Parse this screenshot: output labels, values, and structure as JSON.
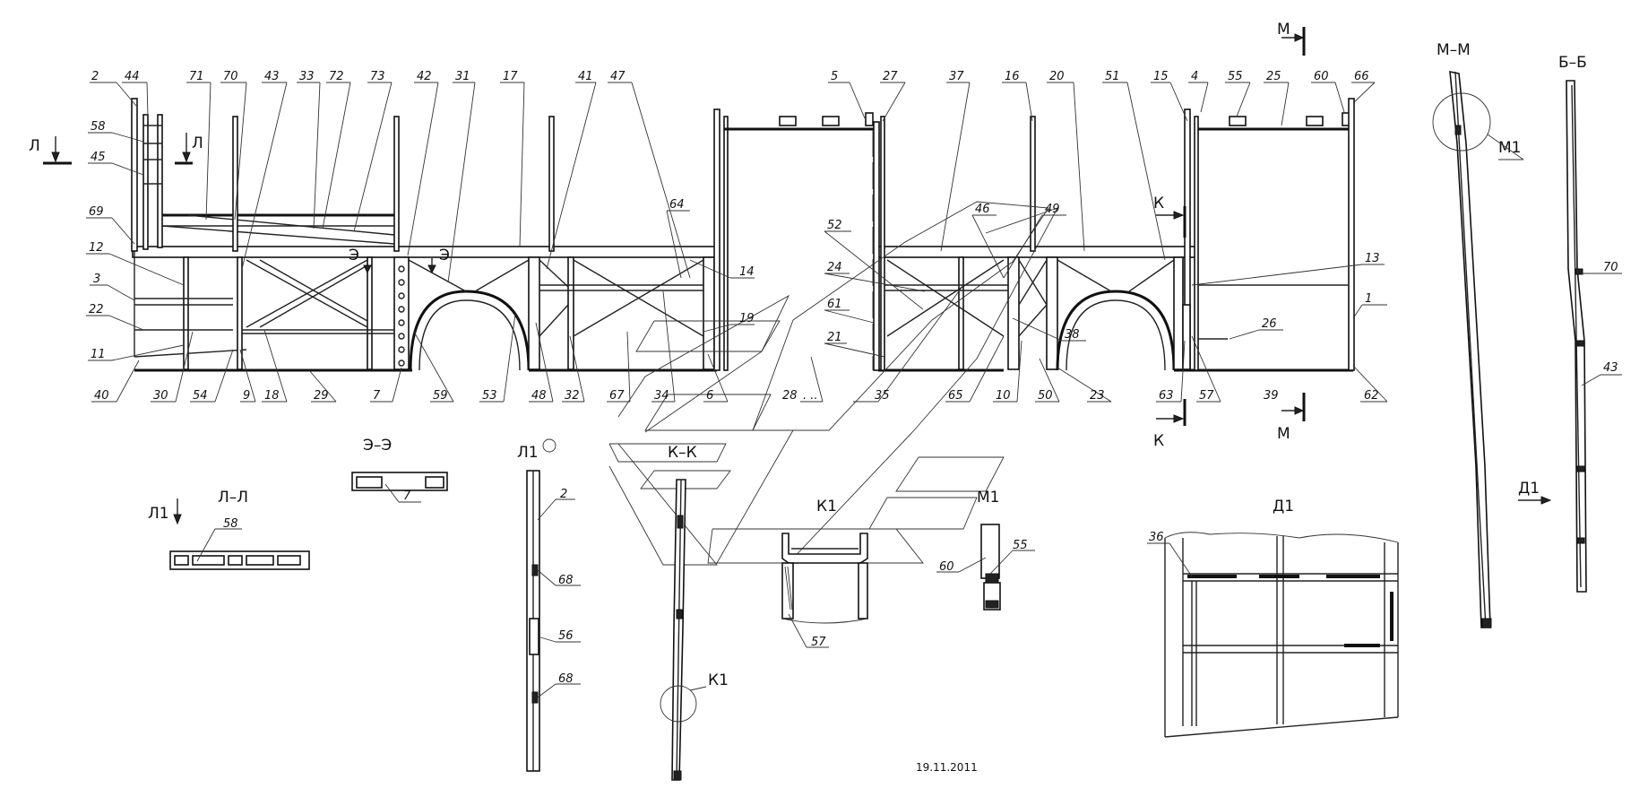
{
  "date": "19.11.2011",
  "section_labels": {
    "L_top_left": "Л",
    "L_top_right": "Л",
    "E_left": "Э",
    "E_right": "Э",
    "M_top": "М",
    "M_bottom": "М",
    "K_top": "К",
    "K_bottom": "К",
    "MM": "М–М",
    "BB": "Б–Б",
    "M1": "М1",
    "EE": "Э–Э",
    "LL": "Л–Л",
    "L1_arrow": "Л1",
    "L1_view": "Л1",
    "KK": "К–К",
    "K1_view": "К1",
    "K1_circle": "К1",
    "M1_view": "М1",
    "D1": "Д1",
    "D1_arrow": "Д1"
  },
  "callouts_top": [
    {
      "id": "c2",
      "text": "2"
    },
    {
      "id": "c44",
      "text": "44"
    },
    {
      "id": "c71",
      "text": "71"
    },
    {
      "id": "c70",
      "text": "70"
    },
    {
      "id": "c43",
      "text": "43"
    },
    {
      "id": "c33",
      "text": "33"
    },
    {
      "id": "c72",
      "text": "72"
    },
    {
      "id": "c73",
      "text": "73"
    },
    {
      "id": "c42",
      "text": "42"
    },
    {
      "id": "c31",
      "text": "31"
    },
    {
      "id": "c17",
      "text": "17"
    },
    {
      "id": "c41",
      "text": "41"
    },
    {
      "id": "c47",
      "text": "47"
    },
    {
      "id": "c5",
      "text": "5"
    },
    {
      "id": "c27",
      "text": "27"
    },
    {
      "id": "c37",
      "text": "37"
    },
    {
      "id": "c16",
      "text": "16"
    },
    {
      "id": "c20",
      "text": "20"
    },
    {
      "id": "c51",
      "text": "51"
    },
    {
      "id": "c15",
      "text": "15"
    },
    {
      "id": "c4",
      "text": "4"
    },
    {
      "id": "c55",
      "text": "55"
    },
    {
      "id": "c25",
      "text": "25"
    },
    {
      "id": "c60",
      "text": "60"
    },
    {
      "id": "c66",
      "text": "66"
    }
  ],
  "callouts_left": [
    {
      "id": "c58",
      "text": "58"
    },
    {
      "id": "c45",
      "text": "45"
    },
    {
      "id": "c69",
      "text": "69"
    },
    {
      "id": "c12",
      "text": "12"
    },
    {
      "id": "c3",
      "text": "3"
    },
    {
      "id": "c22",
      "text": "22"
    },
    {
      "id": "c11",
      "text": "11"
    }
  ],
  "callouts_bottom": [
    {
      "id": "c40",
      "text": "40"
    },
    {
      "id": "c30",
      "text": "30"
    },
    {
      "id": "c54",
      "text": "54"
    },
    {
      "id": "c9",
      "text": "9"
    },
    {
      "id": "c18",
      "text": "18"
    },
    {
      "id": "c29",
      "text": "29"
    },
    {
      "id": "c7",
      "text": "7"
    },
    {
      "id": "c59",
      "text": "59"
    },
    {
      "id": "c53",
      "text": "53"
    },
    {
      "id": "c48",
      "text": "48"
    },
    {
      "id": "c32",
      "text": "32"
    },
    {
      "id": "c67",
      "text": "67"
    },
    {
      "id": "c34",
      "text": "34"
    },
    {
      "id": "c6",
      "text": "6"
    },
    {
      "id": "c28",
      "text": "28"
    },
    {
      "id": "c35",
      "text": "35"
    },
    {
      "id": "c65",
      "text": "65"
    },
    {
      "id": "c10",
      "text": "10"
    },
    {
      "id": "c50",
      "text": "50"
    },
    {
      "id": "c23",
      "text": "23"
    },
    {
      "id": "c63",
      "text": "63"
    },
    {
      "id": "c57",
      "text": "57"
    },
    {
      "id": "c39",
      "text": "39"
    },
    {
      "id": "c62",
      "text": "62"
    }
  ],
  "callouts_mid": [
    {
      "id": "c64",
      "text": "64"
    },
    {
      "id": "c14",
      "text": "14"
    },
    {
      "id": "c19",
      "text": "19"
    },
    {
      "id": "c52",
      "text": "52"
    },
    {
      "id": "c24",
      "text": "24"
    },
    {
      "id": "c61",
      "text": "61"
    },
    {
      "id": "c21",
      "text": "21"
    },
    {
      "id": "c46",
      "text": "46"
    },
    {
      "id": "c49",
      "text": "49"
    },
    {
      "id": "c38",
      "text": "38"
    },
    {
      "id": "c13",
      "text": "13"
    },
    {
      "id": "c26",
      "text": "26"
    },
    {
      "id": "c1",
      "text": "1"
    }
  ],
  "callouts_details": {
    "ee_7": "7",
    "ll_58": "58",
    "l1_2": "2",
    "l1_68a": "68",
    "l1_56": "56",
    "l1_68b": "68",
    "k1_57": "57",
    "m1_60": "60",
    "m1_55": "55",
    "d1_36": "36",
    "bb_70": "70",
    "bb_43": "43"
  }
}
